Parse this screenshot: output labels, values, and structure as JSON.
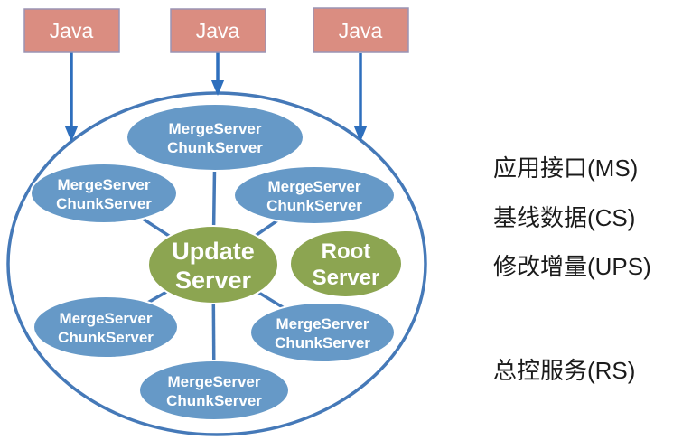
{
  "clients": {
    "boxes": [
      {
        "label": "Java"
      },
      {
        "label": "Java"
      },
      {
        "label": "Java"
      }
    ]
  },
  "cluster": {
    "merge_chunk_node": {
      "line1": "MergeServer",
      "line2": "ChunkServer"
    },
    "update_server": {
      "line1": "Update",
      "line2": "Server"
    },
    "root_server": {
      "line1": "Root",
      "line2": "Server"
    }
  },
  "legend": {
    "items": [
      {
        "label": "应用接口(MS)"
      },
      {
        "label": "基线数据(CS)"
      },
      {
        "label": "修改增量(UPS)"
      },
      {
        "label": "总控服务(RS)"
      }
    ]
  },
  "colors": {
    "client_box_fill": "#DA8D81",
    "client_box_border": "#9A93B4",
    "blue_node_fill": "#6699C7",
    "green_node_fill": "#8CA551",
    "circle_stroke": "#4579B8",
    "arrow_blue": "#2E6FBD",
    "node_text": "#FFFFFF",
    "legend_text": "#1B1B1B"
  }
}
